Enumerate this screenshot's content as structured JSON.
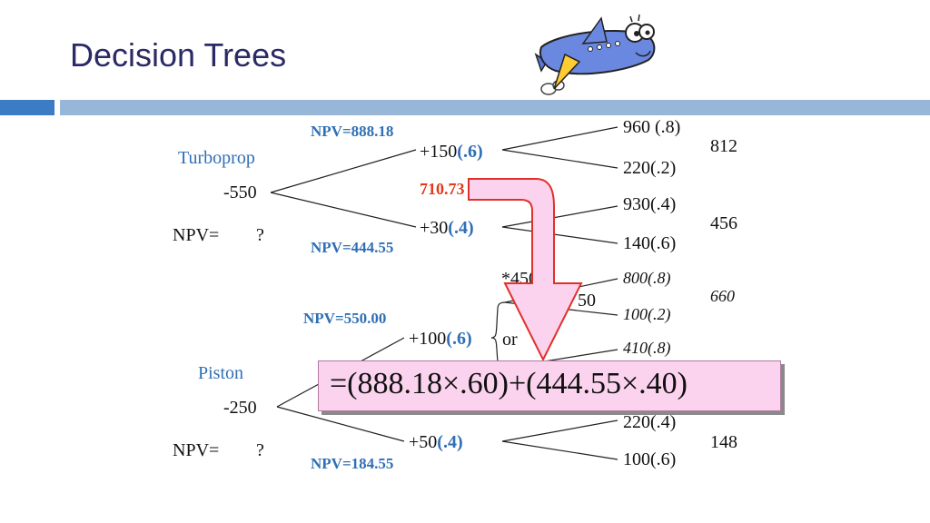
{
  "title": "Decision Trees",
  "turboprop": {
    "label": "Turboprop",
    "investment": "-550",
    "npv_label": "NPV=",
    "npv_value": "?",
    "branch_high": {
      "cash": "+150",
      "prob": "(.6)",
      "npv": "NPV=888.18"
    },
    "branch_low": {
      "cash": "+30",
      "prob": "(.4)",
      "npv": "NPV=444.55"
    },
    "expected": "710.73",
    "outcomes_high": [
      "960 (.8)",
      "220(.2)"
    ],
    "ev_high": "812",
    "outcomes_low": [
      "930(.4)",
      "140(.6)"
    ],
    "ev_low": "456"
  },
  "piston": {
    "label": "Piston",
    "investment": "-250",
    "npv_label": "NPV=",
    "npv_value": "?",
    "branch_high": {
      "cash": "+100",
      "prob": "(.6)",
      "npv": "NPV=550.00"
    },
    "branch_low": {
      "cash": "+50",
      "prob": "(.4)",
      "npv": "NPV=184.55"
    },
    "option_text": "*450",
    "option_value": "50",
    "or_text": "or",
    "outcomes_high": [
      "800(.8)",
      "100(.2)",
      "410(.8)"
    ],
    "ev_high": "660",
    "outcomes_low": [
      "220(.4)",
      "100(.6)"
    ],
    "ev_low": "148"
  },
  "formula": {
    "text": "=(888.18×.60)+(444.55×.40)"
  },
  "colors": {
    "title": "#2a2a66",
    "accent_blue": "#2f6fb5",
    "highlight_red": "#e03a1a",
    "callout_pink": "#fbd3ee",
    "bar_dark": "#3b7cc4",
    "bar_light": "#98b7d8"
  },
  "icons": [
    "airplane-cartoon-icon",
    "pink-arrow-icon"
  ]
}
